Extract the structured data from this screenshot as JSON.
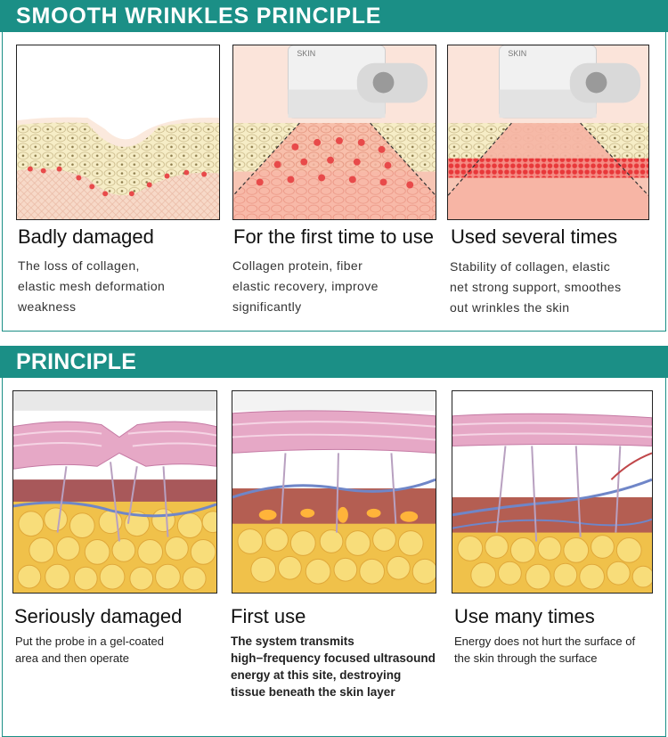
{
  "smooth": {
    "title": "SMOOTH WRINKLES PRINCIPLE",
    "device_label": "SKIN",
    "panels": [
      {
        "title": "Badly damaged",
        "text": [
          "The loss of collagen,",
          "elastic mesh deformation",
          "weakness"
        ]
      },
      {
        "title": "For the first time to use",
        "text": [
          "Collagen protein, fiber",
          "elastic recovery, improve",
          "significantly"
        ]
      },
      {
        "title": "Used several times",
        "text": [
          "Stability of collagen, elastic",
          "net strong support, smoothes",
          "out wrinkles the skin"
        ]
      }
    ]
  },
  "principle": {
    "title": "PRINCIPLE",
    "panels": [
      {
        "title": "Seriously damaged",
        "text": [
          "Put the probe in a gel-coated",
          "area and then operate"
        ]
      },
      {
        "title": "First use",
        "text": [
          "The system transmits",
          "high−frequency focused ultrasound",
          "energy at this site, destroying",
          "tissue beneath the skin layer"
        ]
      },
      {
        "title": "Use many times",
        "text": [
          "Energy does not hurt the surface of",
          "the skin through the surface"
        ]
      }
    ]
  },
  "colors": {
    "band": "#1b8f86",
    "collagen_dot": "#e84a4a",
    "fat": "#f2c24a"
  }
}
